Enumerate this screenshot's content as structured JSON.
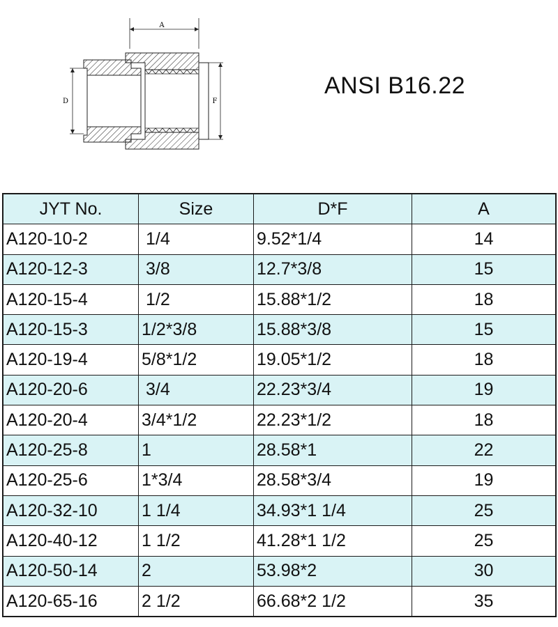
{
  "title": "ANSI B16.22",
  "drawing": {
    "dim_a": "A",
    "dim_d": "D",
    "dim_f": "F"
  },
  "table": {
    "headers": [
      "JYT No.",
      "Size",
      "D*F",
      "A"
    ],
    "rows": [
      [
        "A120-10-2",
        "1/4",
        "9.52*1/4",
        "14"
      ],
      [
        "A120-12-3",
        "3/8",
        "12.7*3/8",
        "15"
      ],
      [
        "A120-15-4",
        "1/2",
        "15.88*1/2",
        "18"
      ],
      [
        "A120-15-3",
        "1/2*3/8",
        "15.88*3/8",
        "15"
      ],
      [
        "A120-19-4",
        "5/8*1/2",
        "19.05*1/2",
        "18"
      ],
      [
        "A120-20-6",
        "3/4",
        "22.23*3/4",
        "19"
      ],
      [
        "A120-20-4",
        "3/4*1/2",
        "22.23*1/2",
        "18"
      ],
      [
        "A120-25-8",
        "1",
        "28.58*1",
        "22"
      ],
      [
        "A120-25-6",
        "1*3/4",
        "28.58*3/4",
        "19"
      ],
      [
        "A120-32-10",
        "1 1/4",
        "34.93*1 1/4",
        "25"
      ],
      [
        "A120-40-12",
        "1 1/2",
        "41.28*1 1/2",
        "25"
      ],
      [
        "A120-50-14",
        "2",
        "53.98*2",
        "30"
      ],
      [
        "A120-65-16",
        "2 1/2",
        "66.68*2 1/2",
        "35"
      ]
    ]
  }
}
